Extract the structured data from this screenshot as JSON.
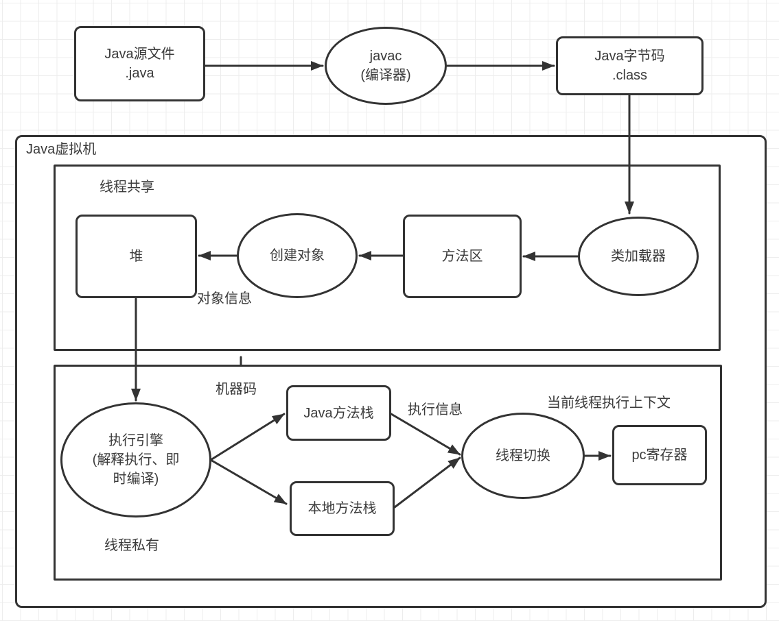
{
  "diagram": {
    "containers": {
      "jvm": {
        "label": "Java虚拟机"
      },
      "thread_shared": {
        "label": "线程共享"
      },
      "thread_private": {
        "label": "线程私有"
      }
    },
    "nodes": {
      "java_source": {
        "label": "Java源文件\n.java",
        "shape": "rect"
      },
      "javac": {
        "label": "javac\n(编译器)",
        "shape": "ellipse"
      },
      "bytecode": {
        "label": "Java字节码\n.class",
        "shape": "rect"
      },
      "heap": {
        "label": "堆",
        "shape": "rect"
      },
      "create_object": {
        "label": "创建对象",
        "shape": "ellipse"
      },
      "method_area": {
        "label": "方法区",
        "shape": "rect"
      },
      "class_loader": {
        "label": "类加载器",
        "shape": "ellipse"
      },
      "exec_engine": {
        "label": "执行引擎\n(解释执行、即\n时编译)",
        "shape": "ellipse"
      },
      "java_stack": {
        "label": "Java方法栈",
        "shape": "rect"
      },
      "native_stack": {
        "label": "本地方法栈",
        "shape": "rect"
      },
      "thread_switch": {
        "label": "线程切换",
        "shape": "ellipse"
      },
      "pc_register": {
        "label": "pc寄存器",
        "shape": "rect"
      }
    },
    "edge_labels": {
      "object_info": "对象信息",
      "machine_code": "机器码",
      "exec_info": "执行信息",
      "current_thread_context": "当前线程执行上下文"
    },
    "colors": {
      "stroke": "#333333",
      "node_fill": "#ffffff",
      "text": "#3b3b3b",
      "grid_line": "#ededed",
      "background": "#ffffff"
    }
  }
}
